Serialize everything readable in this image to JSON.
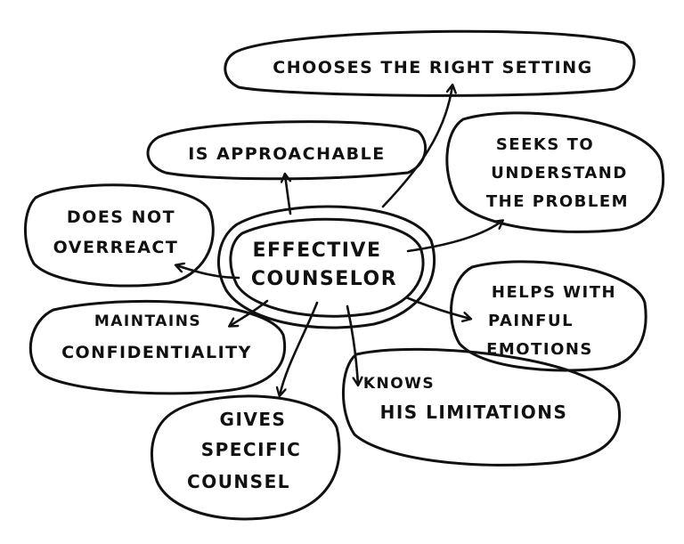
{
  "diagram": {
    "center": {
      "lines": [
        "EFFECTIVE",
        "COUNSELOR"
      ]
    },
    "nodes": [
      {
        "id": "chooses-setting",
        "lines": [
          "CHOOSES THE RIGHT SETTING"
        ]
      },
      {
        "id": "approachable",
        "lines": [
          "IS APPROACHABLE"
        ]
      },
      {
        "id": "seeks-understand",
        "lines": [
          "SEEKS TO",
          "UNDERSTAND",
          "THE PROBLEM"
        ]
      },
      {
        "id": "does-not-overreact",
        "lines": [
          "DOES NOT",
          "OVERREACT"
        ]
      },
      {
        "id": "helps-painful",
        "lines": [
          "HELPS WITH",
          "PAINFUL",
          "EMOTIONS"
        ]
      },
      {
        "id": "confidentiality",
        "lines": [
          "MAINTAINS",
          "CONFIDENTIALITY"
        ]
      },
      {
        "id": "gives-counsel",
        "lines": [
          "GIVES",
          "SPECIFIC",
          "COUNSEL"
        ]
      },
      {
        "id": "knows-limitations",
        "lines": [
          "KNOWS",
          "HIS LIMITATIONS"
        ]
      }
    ]
  }
}
